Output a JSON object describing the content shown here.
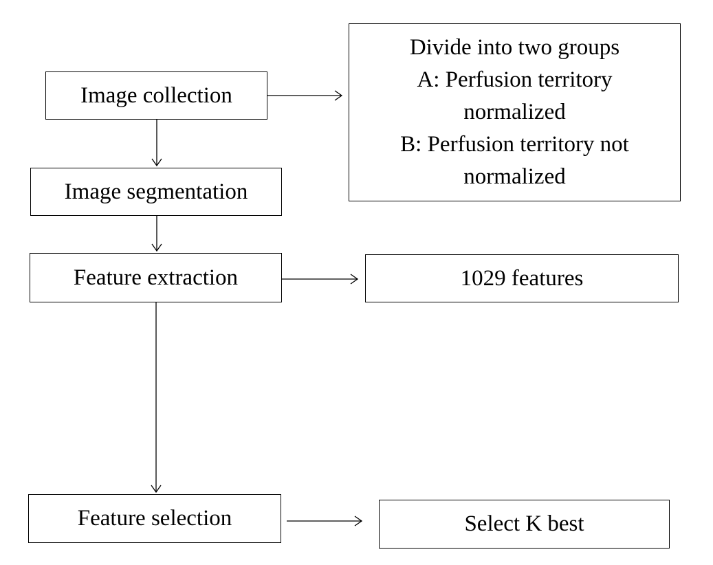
{
  "flowchart": {
    "steps": {
      "image_collection": "Image collection",
      "image_segmentation": "Image segmentation",
      "feature_extraction": "Feature extraction",
      "feature_selection": "Feature selection"
    },
    "outputs": {
      "groups": {
        "line1": "Divide into two groups",
        "line2": "A: Perfusion territory",
        "line3": "normalized",
        "line4": "B: Perfusion territory not",
        "line5": "normalized"
      },
      "features_count": "1029 features",
      "select_k_best": "Select K best"
    }
  },
  "colors": {
    "stroke": "#000000",
    "background": "#ffffff",
    "text": "#000000"
  }
}
